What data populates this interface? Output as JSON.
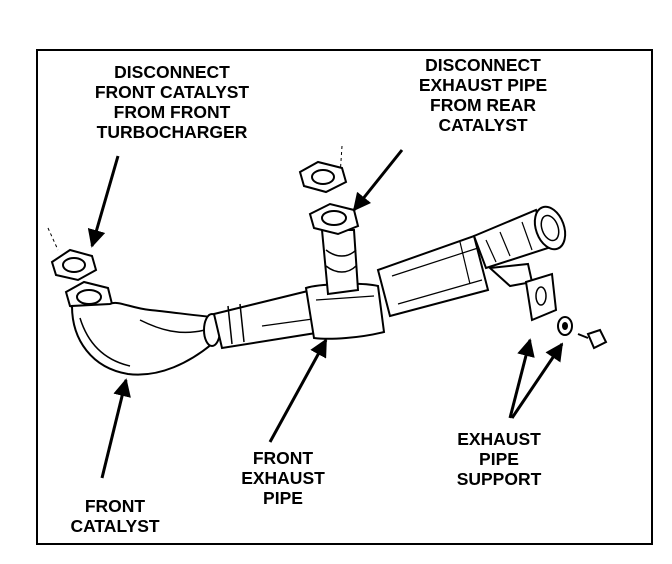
{
  "callouts": {
    "front_catalyst_disconnect": [
      "DISCONNECT",
      "FRONT CATALYST",
      "FROM FRONT",
      "TURBOCHARGER"
    ],
    "rear_catalyst_disconnect": [
      "DISCONNECT",
      "EXHAUST PIPE",
      "FROM REAR",
      "CATALYST"
    ],
    "front_catalyst": [
      "FRONT",
      "CATALYST"
    ],
    "front_exhaust_pipe": [
      "FRONT",
      "EXHAUST",
      "PIPE"
    ],
    "exhaust_pipe_support": [
      "EXHAUST",
      "PIPE",
      "SUPPORT"
    ]
  },
  "colors": {
    "ink": "#000000",
    "paper": "#ffffff",
    "shade": "#c8c8c8"
  }
}
